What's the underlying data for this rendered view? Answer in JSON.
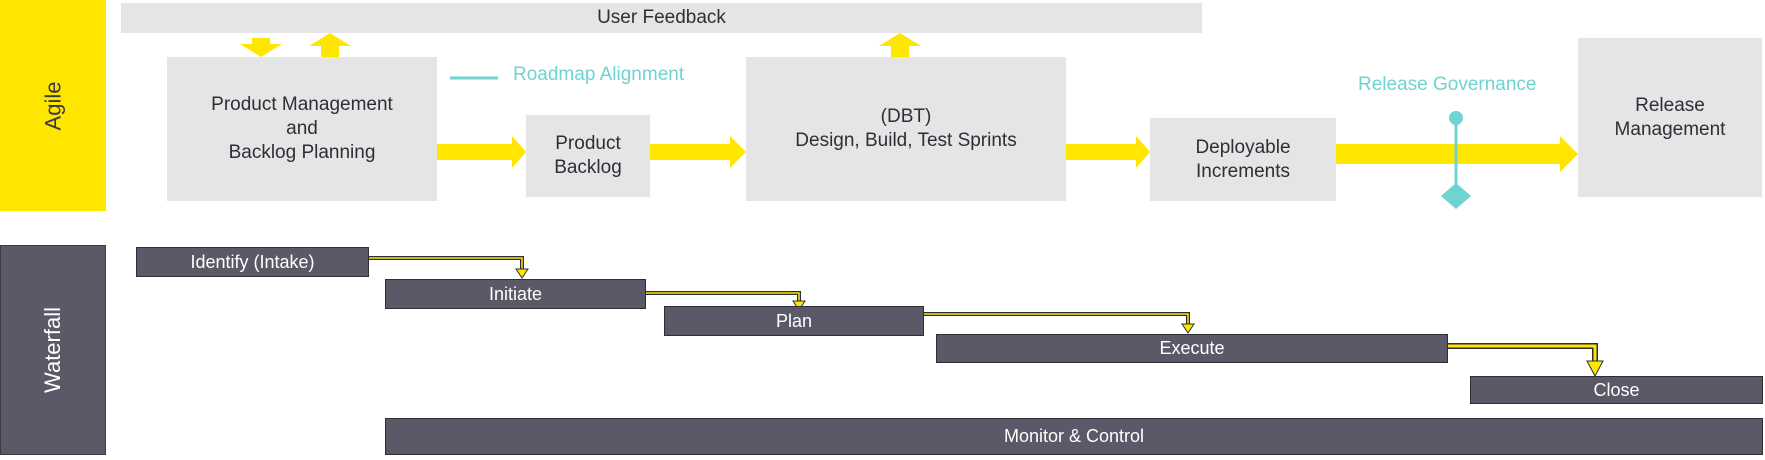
{
  "lanes": {
    "agile": "Agile",
    "waterfall": "Waterfall"
  },
  "agile": {
    "user_feedback": "User Feedback",
    "product_management": [
      "Product Management",
      "and",
      "Backlog Planning"
    ],
    "roadmap_alignment": "Roadmap Alignment",
    "product_backlog": [
      "Product",
      "Backlog"
    ],
    "dbt": [
      "(DBT)",
      "Design, Build, Test Sprints"
    ],
    "deployable_increments": [
      "Deployable",
      "Increments"
    ],
    "release_governance": "Release Governance",
    "release_management": [
      "Release",
      "Management"
    ]
  },
  "waterfall": {
    "identify": "Identify (Intake)",
    "initiate": "Initiate",
    "plan": "Plan",
    "execute": "Execute",
    "close": "Close",
    "monitor_control": "Monitor & Control"
  },
  "colors": {
    "yellow": "#ffe600",
    "gray_box": "#e5e5e5",
    "bar": "#5b5867",
    "teal": "#6ed3d1",
    "text": "#2e2e38"
  }
}
